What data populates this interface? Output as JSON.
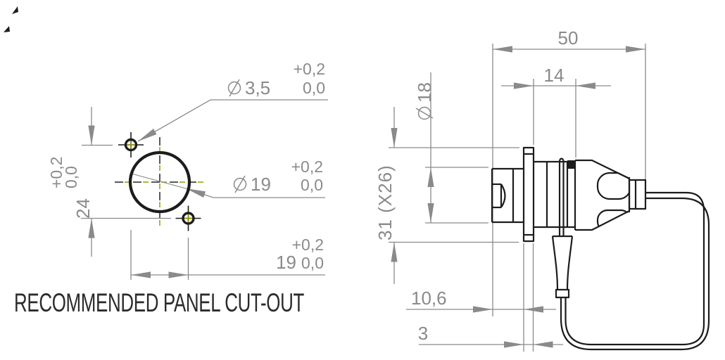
{
  "title": "RECOMMENDED PANEL CUT-OUT",
  "colors": {
    "outline": "#1c1c1c",
    "dim": "#8a8a8a",
    "center": "#9b9b00",
    "title": "#2b2b2b"
  },
  "panel_cutout_view": {
    "mounting_hole": {
      "diameter": "3,5",
      "tol_upper": "+0,2",
      "tol_lower": "0,0"
    },
    "main_hole": {
      "diameter": "19",
      "tol_upper": "+0,2",
      "tol_lower": "0,0"
    },
    "vertical_spacing": {
      "value": "24",
      "tol_upper": "+0,2",
      "tol_lower": "0,0"
    },
    "horizontal_spacing": {
      "value": "19",
      "tol_upper": "+0,2",
      "tol_lower": "0,0"
    }
  },
  "side_view": {
    "overall_length": "50",
    "coupling_length": "14",
    "body_diameter": "18",
    "flange_size": "31 (X26)",
    "rear_depth": "10,6",
    "flange_thickness": "3"
  }
}
